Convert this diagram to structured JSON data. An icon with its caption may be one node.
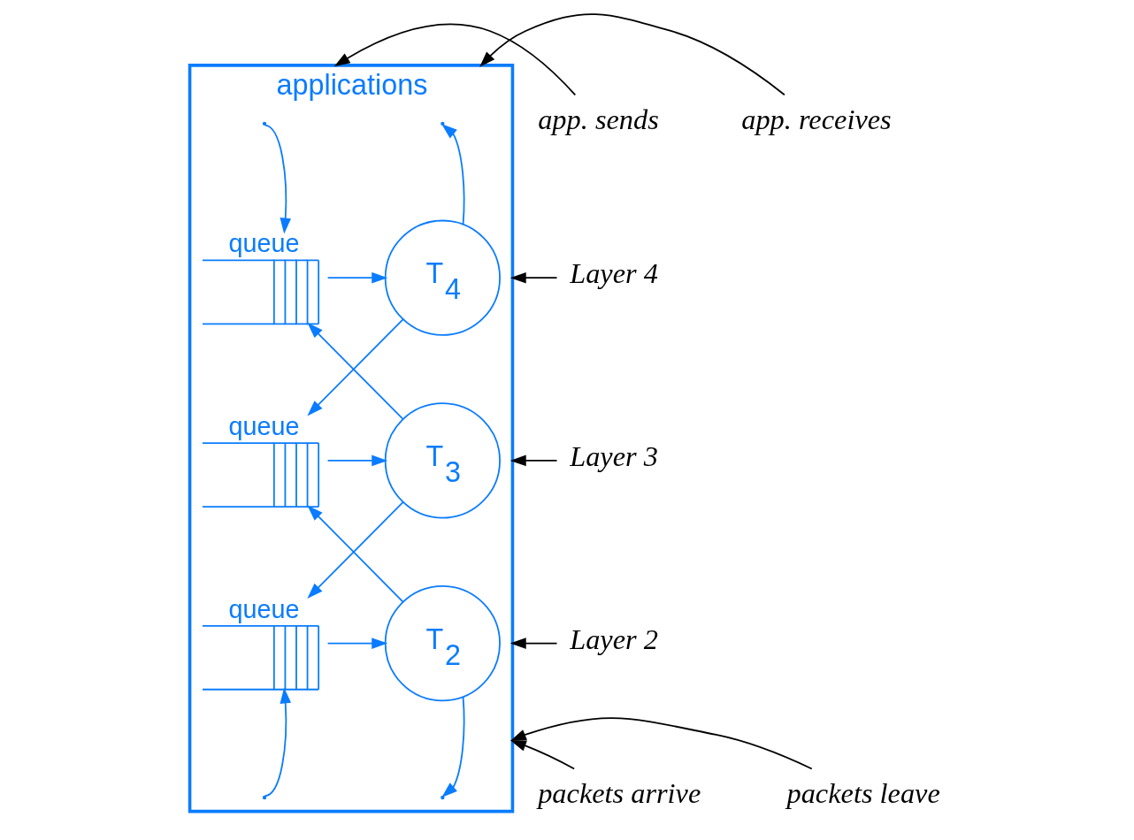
{
  "diagram": {
    "nodes": [
      {
        "text": [
          "applications"
        ]
      },
      {
        "text": [
          "queue"
        ],
        "in": 0
      },
      {
        "text": [
          "T$_{4}$"
        ],
        "in": 0
      },
      {
        "text": [
          "queue"
        ],
        "in": 0
      },
      {
        "text": [
          "T$_{3}$"
        ],
        "in": 0
      },
      {
        "text": [
          "queue"
        ],
        "in": 0
      },
      {
        "text": [
          "T$_{2}$"
        ],
        "in": 0
      },
      {
        "text": [
          "app. sends"
        ]
      },
      {
        "text": [
          "app. receives"
        ]
      },
      {
        "text": [
          "Layer 4"
        ]
      },
      {
        "text": [
          "Layer 3"
        ]
      },
      {
        "text": [
          "Layer 2"
        ]
      },
      {
        "text": [
          "packets arrive"
        ]
      },
      {
        "text": [
          "packets leave"
        ]
      }
    ],
    "edges": [
      {
        "from": null,
        "to": 1,
        "arrow": "to"
      },
      {
        "from": 1,
        "to": 2,
        "arrow": "to"
      },
      {
        "from": 2,
        "to": null,
        "arrow": "to"
      },
      {
        "from": 2,
        "to": 3,
        "arrow": "to"
      },
      {
        "from": 4,
        "to": 1,
        "arrow": "to"
      },
      {
        "from": 3,
        "to": 4,
        "arrow": "to"
      },
      {
        "from": 4,
        "to": 5,
        "arrow": "to"
      },
      {
        "from": 6,
        "to": 3,
        "arrow": "to"
      },
      {
        "from": 5,
        "to": 6,
        "arrow": "to"
      },
      {
        "from": 6,
        "to": null,
        "arrow": "to"
      },
      {
        "from": null,
        "to": 5,
        "arrow": "to"
      },
      {
        "from": 7,
        "to": 0,
        "arrow": "to",
        "color": "#000000"
      },
      {
        "from": 8,
        "to": 0,
        "arrow": "to",
        "color": "#000000"
      },
      {
        "from": 9,
        "to": 0,
        "arrow": "to",
        "color": "#000000"
      },
      {
        "from": 10,
        "to": 0,
        "arrow": "to",
        "color": "#000000"
      },
      {
        "from": 11,
        "to": 0,
        "arrow": "to",
        "color": "#000000"
      },
      {
        "from": 12,
        "to": 0,
        "arrow": "to",
        "color": "#000000"
      },
      {
        "from": 13,
        "to": 0,
        "arrow": "to",
        "color": "#000000"
      }
    ]
  }
}
